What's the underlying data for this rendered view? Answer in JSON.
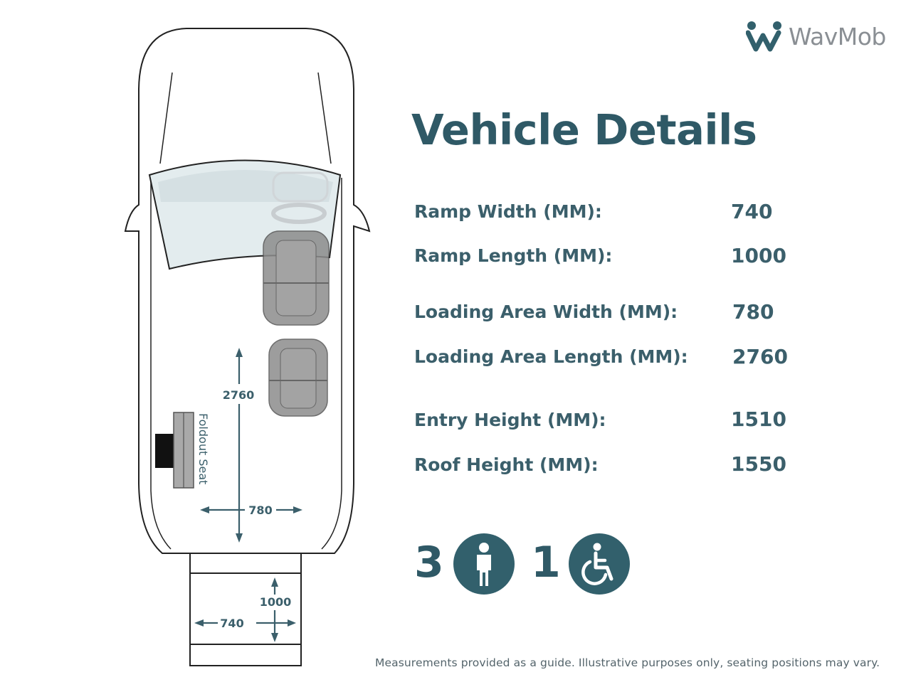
{
  "brand": {
    "name": "WavMob"
  },
  "title": "Vehicle Details",
  "specs": [
    {
      "label": "Ramp Width (MM):",
      "value": "740"
    },
    {
      "label": "Ramp Length (MM):",
      "value": "1000"
    },
    {
      "label": "Loading Area Width (MM):",
      "value": "780"
    },
    {
      "label": "Loading Area Length (MM):",
      "value": "2760"
    },
    {
      "label": "Entry Height (MM):",
      "value": "1510"
    },
    {
      "label": "Roof Height (MM):",
      "value": "1550"
    }
  ],
  "capacity": {
    "seated_count": "3",
    "wheelchair_count": "1"
  },
  "diagram": {
    "loading_length": "2760",
    "loading_width": "780",
    "ramp_length": "1000",
    "ramp_width": "740",
    "foldout_seat_label": "Foldout Seat"
  },
  "icons": {
    "seated": "person-icon",
    "wheelchair": "wheelchair-icon"
  },
  "colors": {
    "primary": "#2f5966",
    "icon_bg": "#32606c",
    "logo_gray": "#8a8f94"
  },
  "footnote": "Measurements provided as a guide. Illustrative purposes only, seating positions may vary."
}
